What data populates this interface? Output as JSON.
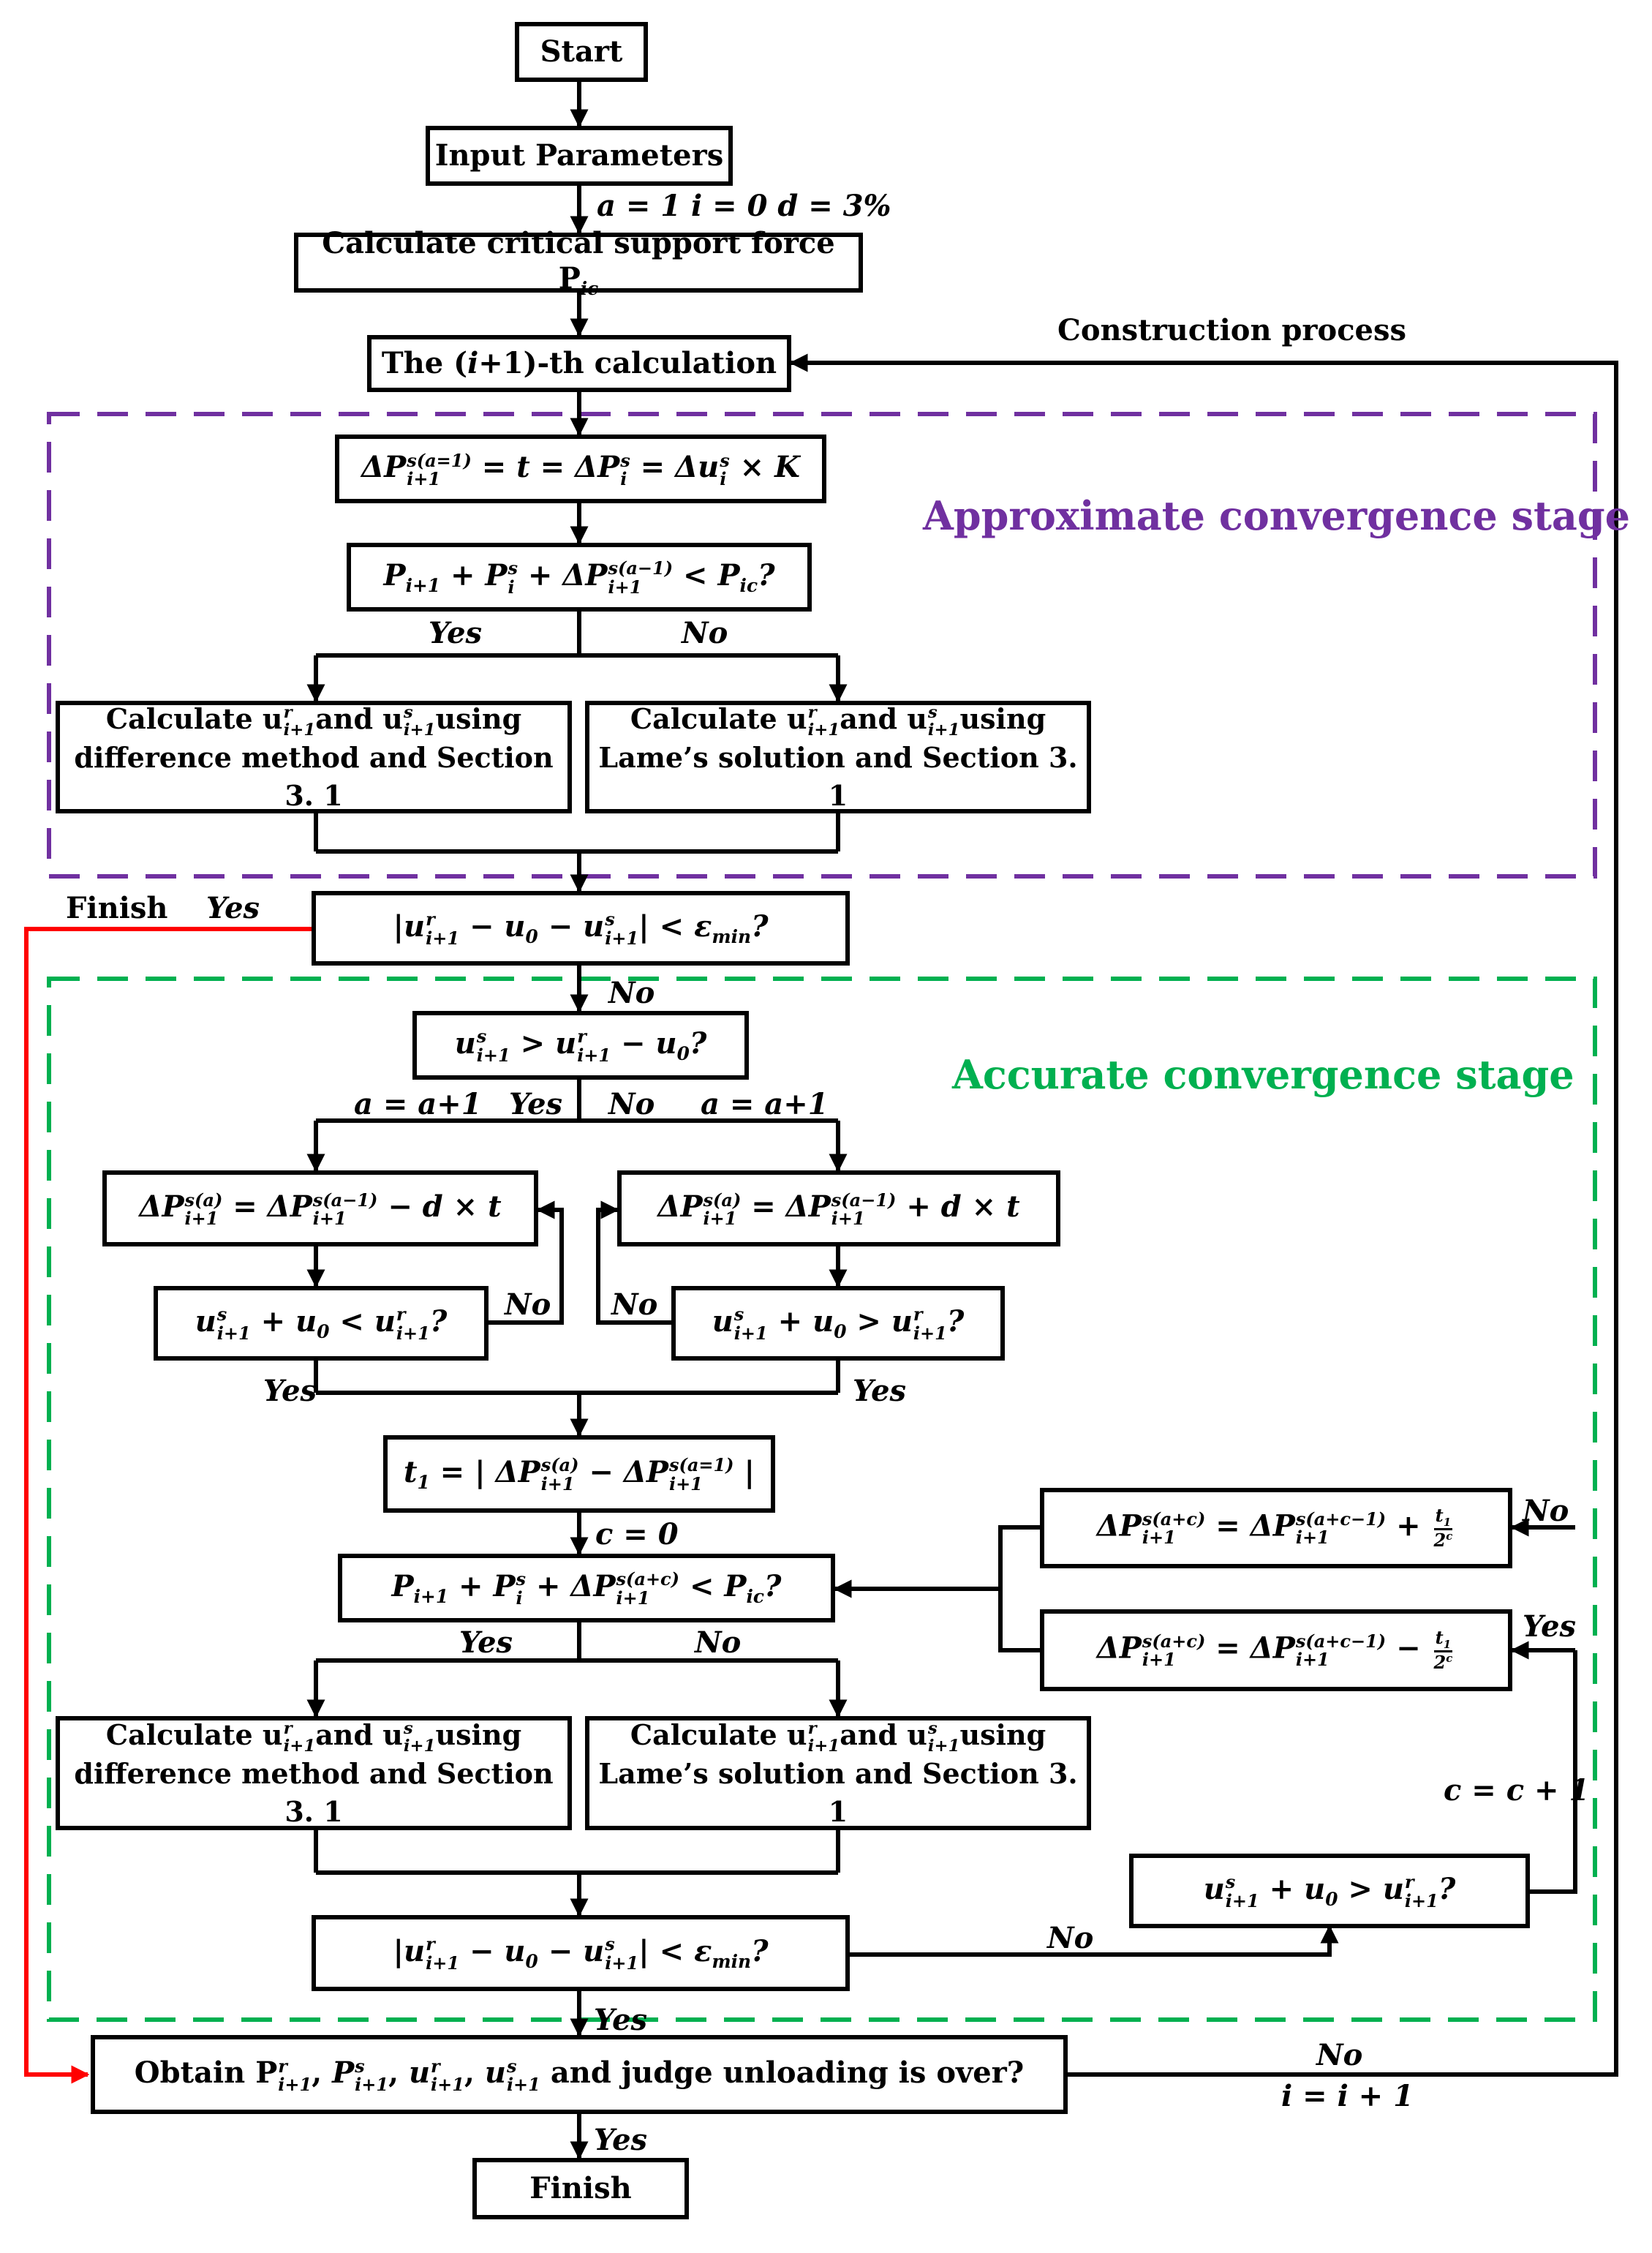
{
  "nodes": {
    "start": "Start",
    "input_parameters": "Input Parameters",
    "init_values": "a = 1  i = 0  d = 3%",
    "critical_force": "Calculate critical support force P",
    "critical_force_sub": "ic",
    "ith_calc_pre": "The (",
    "ith_calc_var": "i",
    "ith_calc_post": "+1)-th calculation",
    "construction_process": "Construction process",
    "approx_stage": "Approximate convergence stage",
    "accurate_stage": "Accurate convergence stage",
    "calc_diff_line1": "Calculate u",
    "calc_diff_mid": "and u",
    "calc_diff_end": "using",
    "calc_diff_line2": "difference method and Section 3. 1",
    "calc_lame_line2": "Lame’s solution and Section 3. 1",
    "finish_label": "Finish",
    "finish": "Finish",
    "obtain_pre": "Obtain P",
    "obtain_post": "and judge unloading is over?",
    "c_zero": "c = 0",
    "c_increment": "c = c + 1",
    "a_increment": "a = a+1",
    "i_increment": "i = i + 1"
  },
  "branch_labels": {
    "yes": "Yes",
    "no": "No"
  },
  "colors": {
    "approx": "#7030A0",
    "accurate": "#00B050",
    "finish_arrow": "#FF0000",
    "line": "#000000"
  }
}
